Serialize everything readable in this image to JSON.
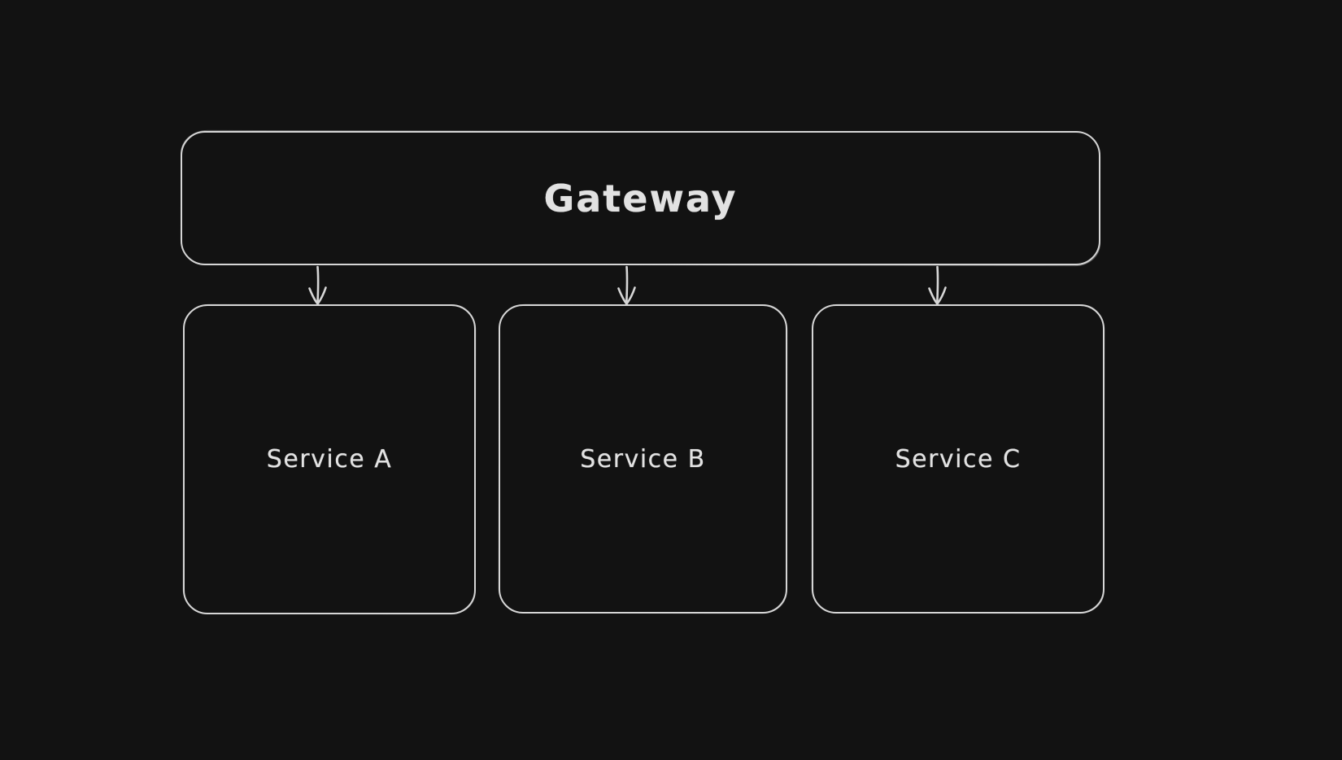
{
  "app": {
    "background_color": "#121212",
    "stroke_color": "#d6d6d6",
    "text_color": "#e2e2e2",
    "style": "hand-drawn-whiteboard"
  },
  "diagram": {
    "nodes": [
      {
        "id": "gateway",
        "label": "Gateway",
        "shape": "rounded-rectangle"
      },
      {
        "id": "service-a",
        "label": "Service A",
        "shape": "rounded-rectangle"
      },
      {
        "id": "service-b",
        "label": "Service B",
        "shape": "rounded-rectangle"
      },
      {
        "id": "service-c",
        "label": "Service C",
        "shape": "rounded-rectangle"
      }
    ],
    "edges": [
      {
        "from": "gateway",
        "to": "service-a",
        "type": "arrow-down"
      },
      {
        "from": "gateway",
        "to": "service-b",
        "type": "arrow-down"
      },
      {
        "from": "gateway",
        "to": "service-c",
        "type": "arrow-down"
      }
    ]
  }
}
